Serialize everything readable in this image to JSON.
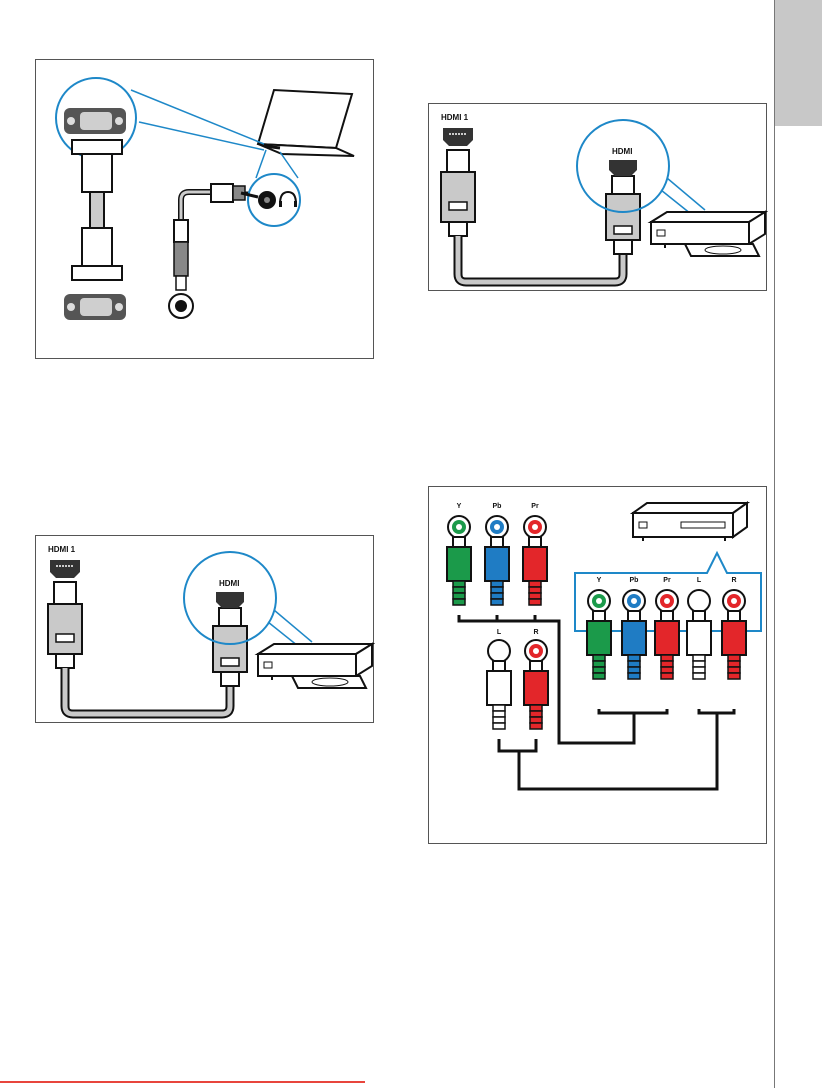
{
  "diagrams": {
    "hdmi_top": {
      "tv_port_label": "HDMI 1",
      "device_port_label": "HDMI"
    },
    "hdmi_bottom": {
      "tv_port_label": "HDMI 1",
      "device_port_label": "HDMI"
    },
    "component": {
      "tv_video_labels": [
        "Y",
        "Pb",
        "Pr"
      ],
      "tv_audio_labels": [
        "L",
        "R"
      ],
      "device_labels": [
        "Y",
        "Pb",
        "Pr",
        "L",
        "R"
      ]
    }
  },
  "colors": {
    "green": "#1b9a4a",
    "blue": "#1f7cc4",
    "red": "#e3262a",
    "white": "#ffffff",
    "cable_grey": "#c9c9c9",
    "callout_blue": "#1e88c8",
    "tab_grey": "#c8c8c8",
    "rule_red": "#e8453c"
  }
}
